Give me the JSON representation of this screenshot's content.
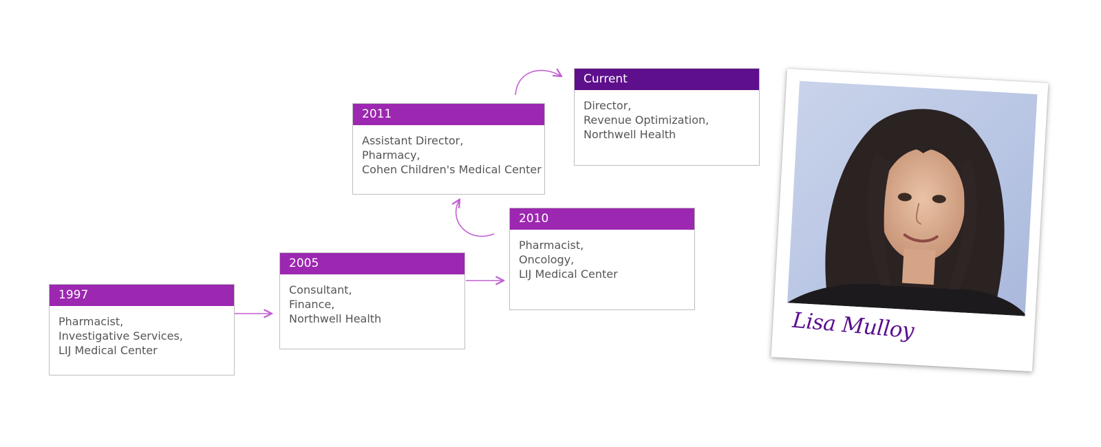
{
  "colors": {
    "header_purple": "#9c27b0",
    "current_purple": "#5e0f8c",
    "arrow_purple": "#c15fd2",
    "signature": "#5b0f8e"
  },
  "timeline": [
    {
      "id": "1997",
      "header": "1997",
      "lines": [
        "Pharmacist,",
        "Investigative Services,",
        "LIJ Medical Center"
      ]
    },
    {
      "id": "2005",
      "header": "2005",
      "lines": [
        "Consultant,",
        "Finance,",
        "Northwell Health"
      ]
    },
    {
      "id": "2010",
      "header": "2010",
      "lines": [
        "Pharmacist,",
        "Oncology,",
        "LIJ Medical Center"
      ]
    },
    {
      "id": "2011",
      "header": "2011",
      "lines": [
        "Assistant Director,",
        "Pharmacy,",
        "Cohen Children's Medical Center"
      ]
    },
    {
      "id": "current",
      "header": "Current",
      "lines": [
        "Director,",
        "Revenue Optimization,",
        "Northwell Health"
      ]
    }
  ],
  "photo": {
    "signature": "Lisa Mulloy"
  }
}
